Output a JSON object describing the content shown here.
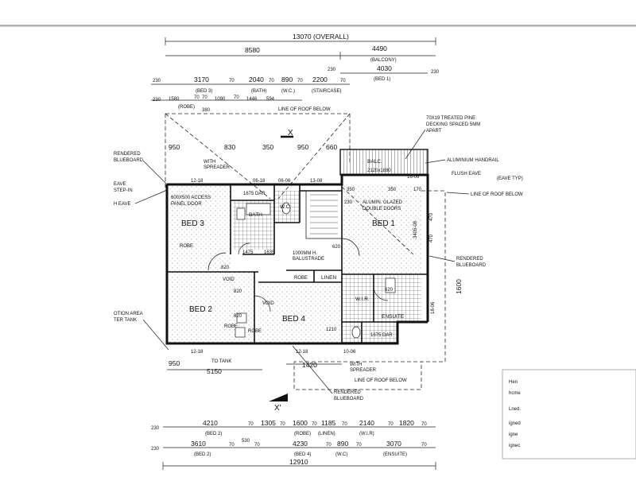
{
  "dims_top": {
    "overall": "13070 (OVERALL)",
    "d8580": "8580",
    "d4490": "4490",
    "balcony": "(BALCONY)",
    "d230a": "230",
    "d4030": "4030",
    "bed1": "(BED 1)",
    "d230b": "230",
    "row3_230": "230",
    "row3_3170": "3170",
    "row3_bed3": "(BED 3)",
    "row3_70a": "70",
    "row3_2040": "2040",
    "row3_bath": "(BATH)",
    "row3_70b": "70",
    "row3_890": "890",
    "row3_wc": "(W.C.)",
    "row3_70c": "70",
    "row3_2200": "2200",
    "row3_staircase": "(STAIRCASE)",
    "row3_70d": "70",
    "row4_230": "230",
    "row4_1580": "1580",
    "row4_robe": "(ROBE)",
    "row4_70a": "70",
    "row4_70b": "70",
    "row4_1090": "1090",
    "row4_70c": "70",
    "row4_1446": "1446",
    "row4_594": "594",
    "row4_380": "380",
    "line_roof": "LINE OF ROOF BELOW"
  },
  "dims_bottom": {
    "r1_230": "230",
    "r1_4210": "4210",
    "r1_bed2": "(BED 2)",
    "r1_70a": "70",
    "r1_1305": "1305",
    "r1_70b": "70",
    "r1_1600": "1600",
    "r1_robe": "(ROBE)",
    "r1_70c": "70",
    "r1_1185": "1185",
    "r1_linen": "(LINEN)",
    "r1_70d": "70",
    "r1_2140": "2140",
    "r1_wir": "(W.I.R)",
    "r1_70e": "70",
    "r1_1820": "1820",
    "r1_70f": "70",
    "r2_230": "230",
    "r2_3610": "3610",
    "r2_bed2": "(BED 2)",
    "r2_70a": "70",
    "r2_530": "530",
    "r2_70b": "70",
    "r2_4230": "4230",
    "r2_bed4": "(BED 4)",
    "r2_70c": "70",
    "r2_890": "890",
    "r2_wc": "(W.C)",
    "r2_70d": "70",
    "r2_3070": "3070",
    "r2_ensuite": "(ENSUITE)",
    "r2_70e": "70",
    "total": "12910"
  },
  "rooms": {
    "bed3": "BED 3",
    "bath": "BATH",
    "wc": "W.C.",
    "bed1": "BED 1",
    "bed2": "BED 2",
    "bed4": "BED 4",
    "wir": "W.I.R.",
    "ensuite": "ENSUITE",
    "linen": "LINEN",
    "robe_a": "ROBE",
    "robe_b": "ROBE",
    "robe_c": "ROBE",
    "robe_d": "ROBE",
    "balc": "BALC."
  },
  "notes": {
    "decking": [
      "70X19 TREATED PINE",
      "DECKING SPACED 5MM",
      "APART"
    ],
    "handrail": "ALUMINIUM HANDRAIL",
    "flush_eave": "FLUSH EAVE",
    "eave_right": "(EAVE TYP)",
    "line_roof_right": "LINE OF ROOF BELOW",
    "rendered_right": [
      "RENDERED",
      "BLUEBOARD"
    ],
    "rendered_left": [
      "RENDERED",
      "BLUEBOARD"
    ],
    "eave_left": [
      "EAVE",
      "STEP-IN"
    ],
    "flush_eave_left": "H EAVE",
    "access_panel": [
      "600X500 ACCESS",
      "PANEL DOOR"
    ],
    "with_spreader_top": [
      "WITH",
      "SPREADER"
    ],
    "with_spreader_bottom": [
      "WITH",
      "SPREADER"
    ],
    "alumin_doors": [
      "ALUMIN. GLAZED",
      "DOUBLE DOORS"
    ],
    "balustrade": [
      "1000MM H.",
      "BALUSTRADE"
    ],
    "line_roof_bottom": "LINE OF ROOF BELOW",
    "rendered_bottom": [
      "RENDERED",
      "BLUEBOARD"
    ],
    "detention": [
      "OTION AREA",
      "TER TANK"
    ],
    "to_tank": "TO TANK",
    "section_x": "X",
    "section_x2": "X'",
    "fan1": "1675 DAR",
    "fan2": "1675 DAR",
    "void1": "VOID",
    "void2": "VOID",
    "cut_text_lines": [
      "Hen",
      "hcme",
      "Lned.",
      "igned",
      "igne",
      "ignec"
    ]
  },
  "window_marks": {
    "w1": "12-18",
    "w2": "06-18",
    "w3": "06-06",
    "w4": "13-08",
    "w5": "12-18",
    "w6": "12-18",
    "w7": "10-06",
    "w8": "16-06",
    "w9": "18-06",
    "balc_size": "2120x1880"
  },
  "dims_misc": {
    "d950a": "950",
    "d830": "830",
    "d350a": "350",
    "d950b": "950",
    "d660": "660",
    "d350b": "350",
    "d350c": "350",
    "d170": "170",
    "d230c": "230",
    "d470a": "470",
    "d470b": "470",
    "d3405": "3405-08",
    "d1600": "1600",
    "d1475": "1475",
    "d1635": "1635",
    "d820a": "820",
    "d820b": "820",
    "d820c": "820",
    "d1210": "1210",
    "d950c": "950",
    "d5150": "5150",
    "d1420": "1420",
    "d620a": "620",
    "d620b": "620"
  }
}
